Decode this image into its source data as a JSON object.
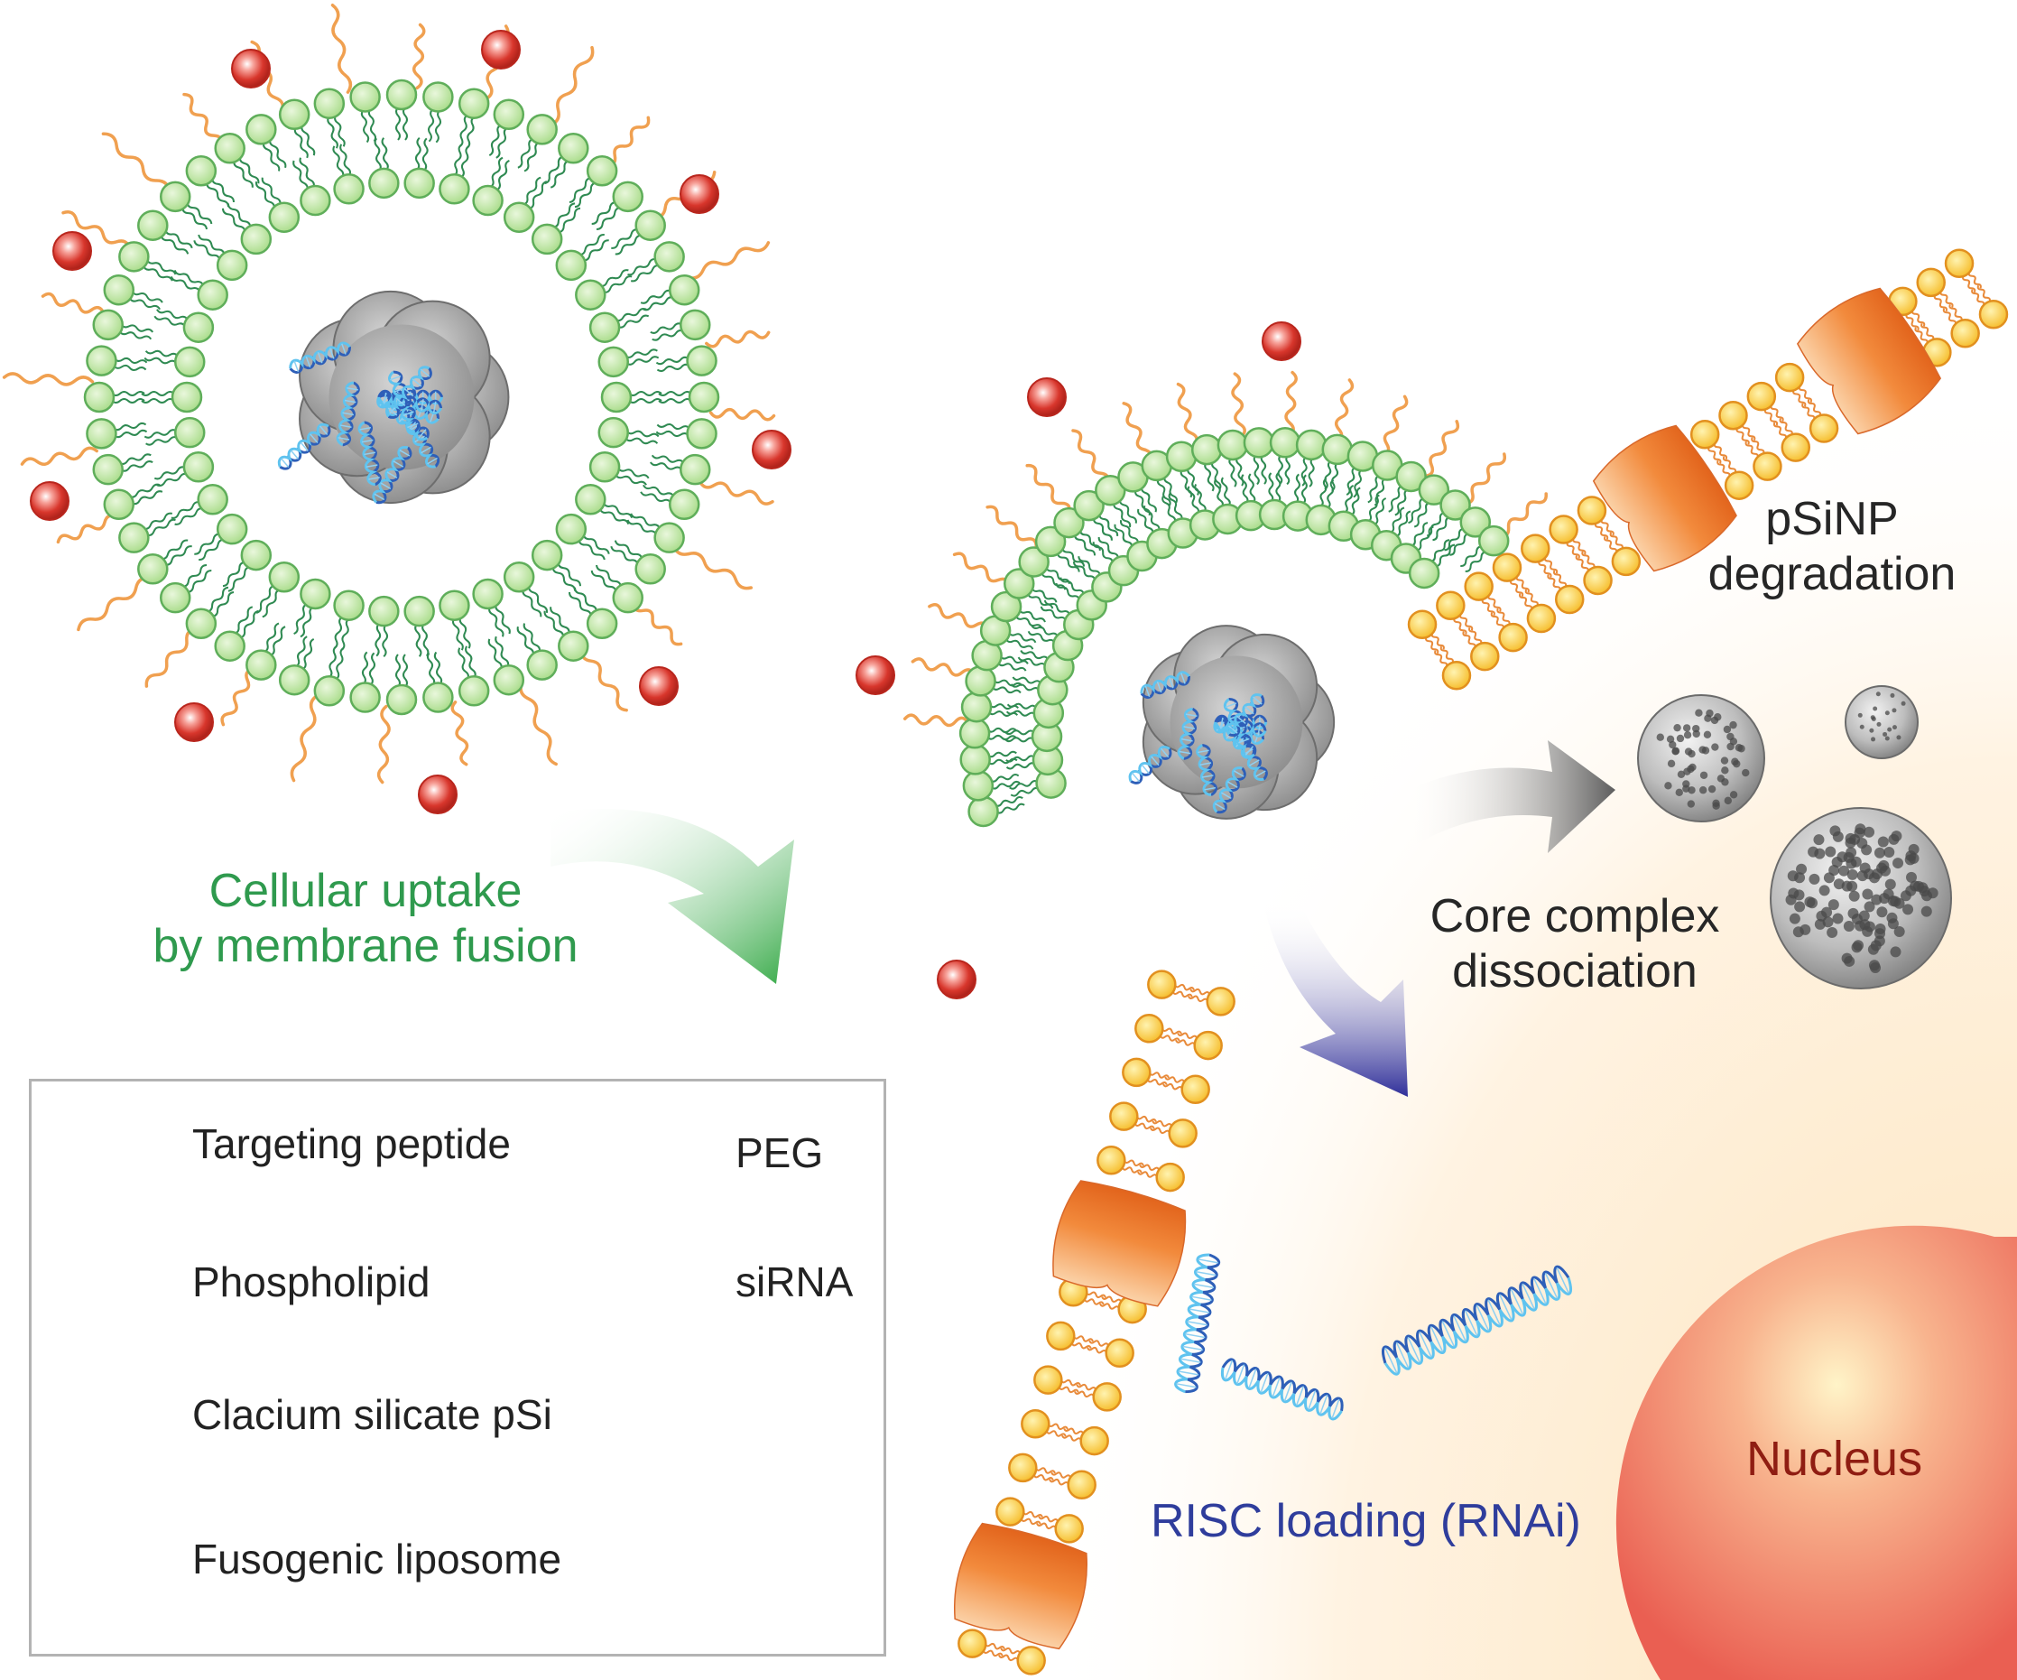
{
  "labels": {
    "cellular_uptake_line1": "Cellular uptake",
    "cellular_uptake_line2": "by membrane fusion",
    "psinp_line1": "pSiNP",
    "psinp_line2": "degradation",
    "core_line1": "Core complex",
    "core_line2": "dissociation",
    "risc": "RISC loading (RNAi)",
    "nucleus": "Nucleus"
  },
  "legend": {
    "targeting_peptide": "Targeting peptide",
    "peg": "PEG",
    "phospholipid": "Phospholipid",
    "sirna": "siRNA",
    "calcium_silicate": "Clacium silicate pSi",
    "fusogenic_liposome": "Fusogenic liposome"
  },
  "colors": {
    "green_lipid": "#a9dc8a",
    "green_tail": "#2f8a52",
    "orange_lipid": "#f8c437",
    "orange_tail": "#e88a3a",
    "peptide": "#d8362c",
    "peg": "#f0a050",
    "sirna": "#3a8fd6",
    "protein": "#f08a38",
    "nucleus": "#ef6e5e",
    "cytoplasm": "#fde9cc",
    "arrow_green": "#3aaa4a",
    "arrow_gray": "#666666",
    "arrow_blue": "#3a3aa0"
  }
}
